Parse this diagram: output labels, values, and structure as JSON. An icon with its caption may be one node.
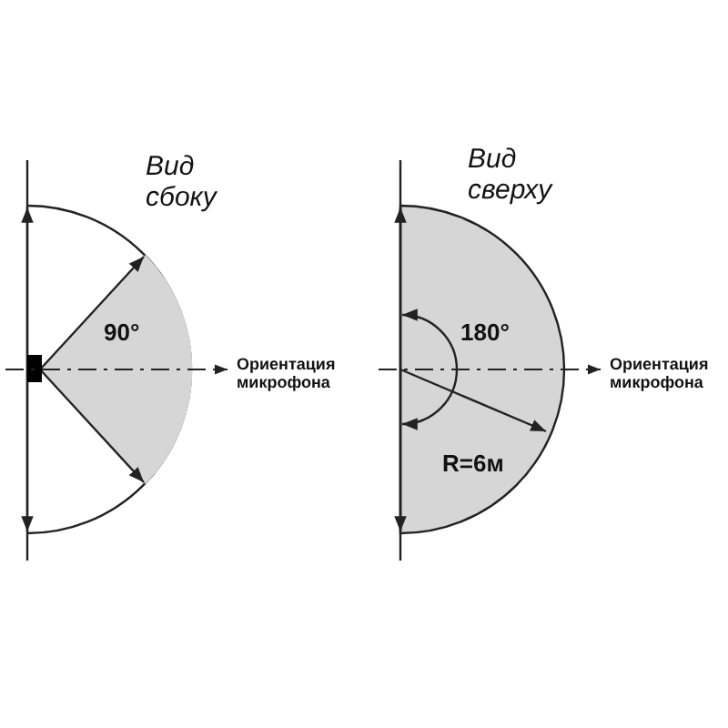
{
  "diagram": {
    "labels": [
      "Вид сбоку",
      "Вид сверху",
      "90°",
      "180°",
      "Ориентация микрофона",
      "Ориентация микрофона",
      "R=6м"
    ]
  }
}
